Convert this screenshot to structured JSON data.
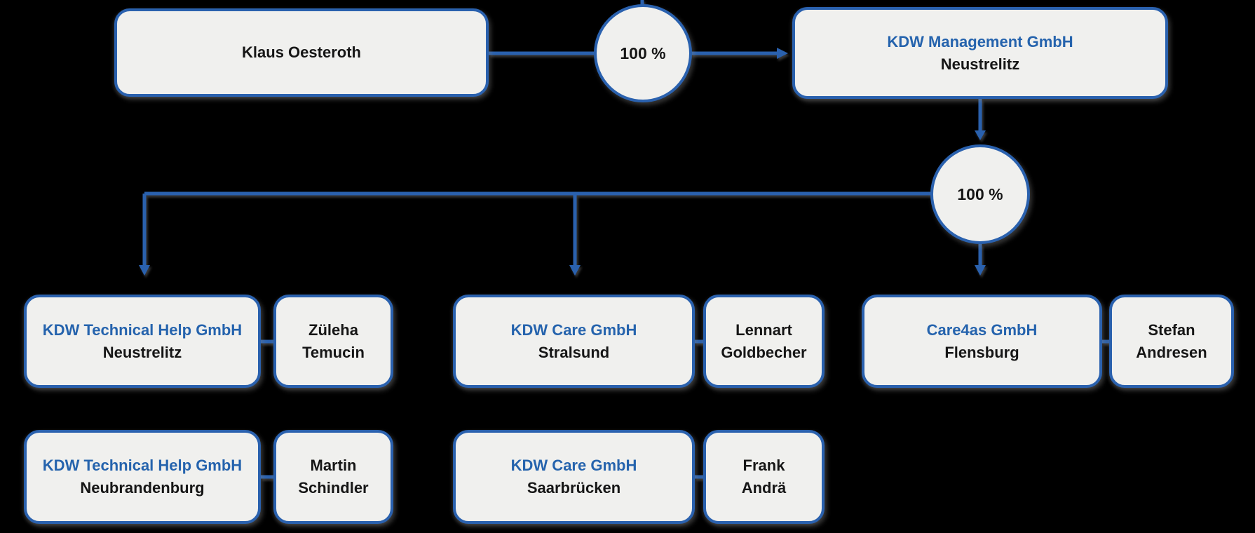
{
  "palette": {
    "background": "#000000",
    "accent_blue": "#2a61ae",
    "box_fill": "#f0f0ee",
    "company_text_blue": "#2563ad",
    "dark_text": "#161616"
  },
  "chart_data": {
    "type": "org-chart",
    "owner": {
      "name": "Klaus Oesteroth"
    },
    "shares": {
      "owner_to_holding": "100 %",
      "holding_to_subsidiaries": "100 %"
    },
    "holding": {
      "company": "KDW Management GmbH",
      "city": "Neustrelitz"
    },
    "subsidiaries": [
      {
        "company": "KDW Technical Help GmbH",
        "city": "Neustrelitz",
        "manager_line1": "Züleha",
        "manager_line2": "Temucin"
      },
      {
        "company": "KDW Care GmbH",
        "city": "Stralsund",
        "manager_line1": "Lennart",
        "manager_line2": "Goldbecher"
      },
      {
        "company": "Care4as GmbH",
        "city": "Flensburg",
        "manager_line1": "Stefan",
        "manager_line2": "Andresen"
      },
      {
        "company": "KDW Technical Help GmbH",
        "city": "Neubrandenburg",
        "manager_line1": "Martin",
        "manager_line2": "Schindler"
      },
      {
        "company": "KDW Care GmbH",
        "city": "Saarbrücken",
        "manager_line1": "Frank",
        "manager_line2": "Andrä"
      }
    ]
  }
}
